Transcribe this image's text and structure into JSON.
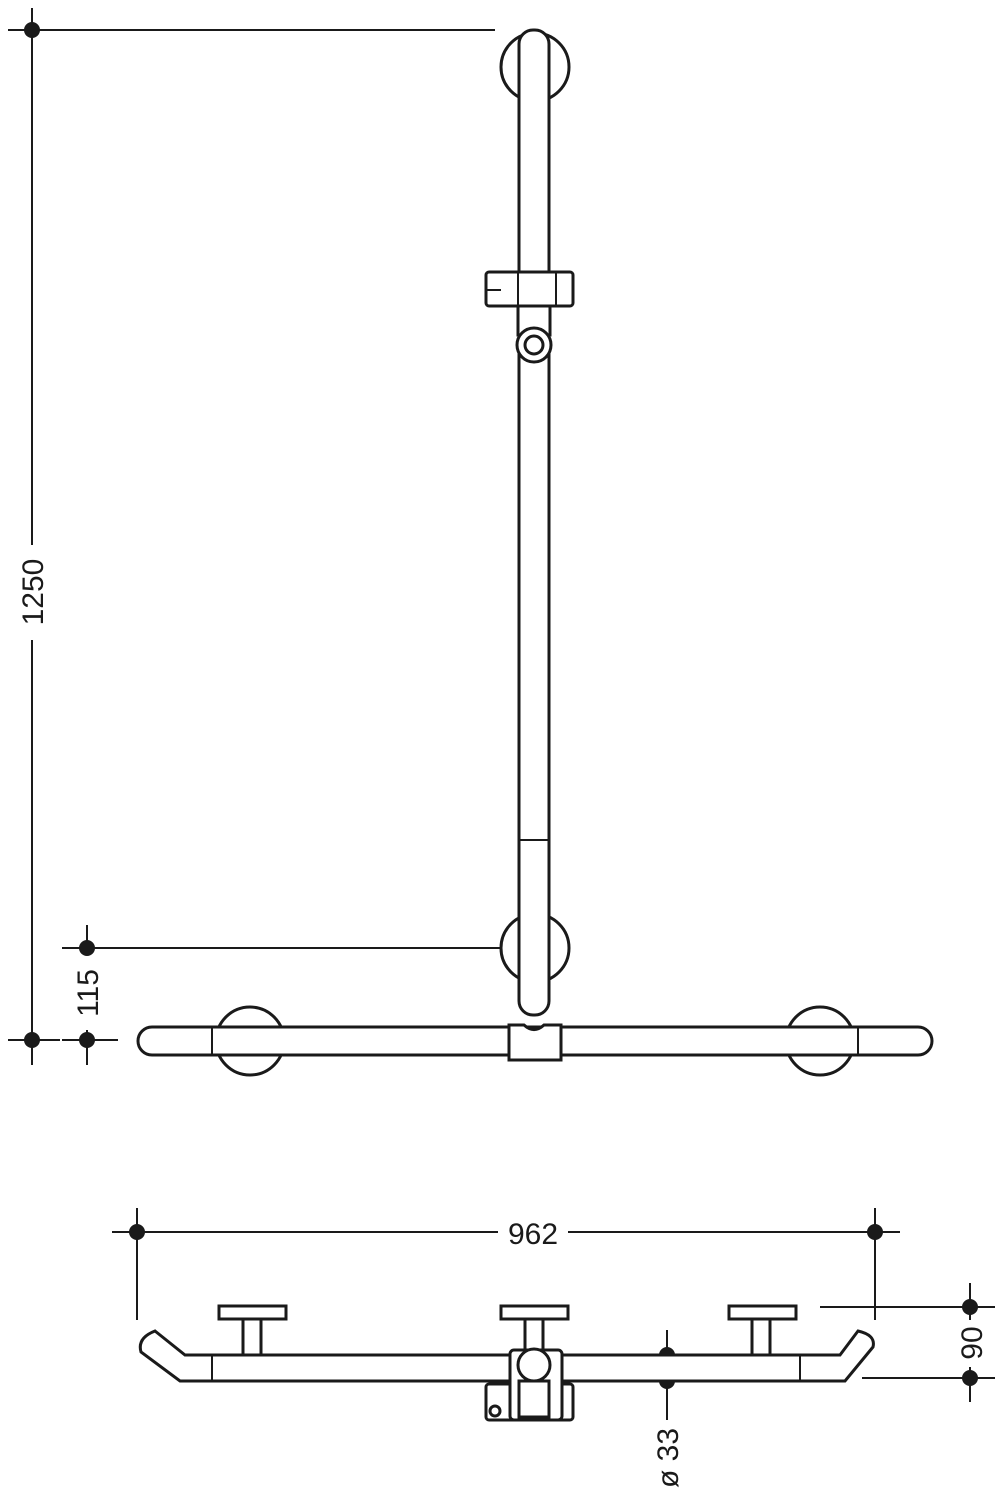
{
  "dimensions": {
    "height_total": "1250",
    "height_lower": "115",
    "width_total": "962",
    "depth": "90",
    "diameter": "ø 33"
  },
  "colors": {
    "line": "#1a1a1a",
    "background": "#ffffff"
  }
}
